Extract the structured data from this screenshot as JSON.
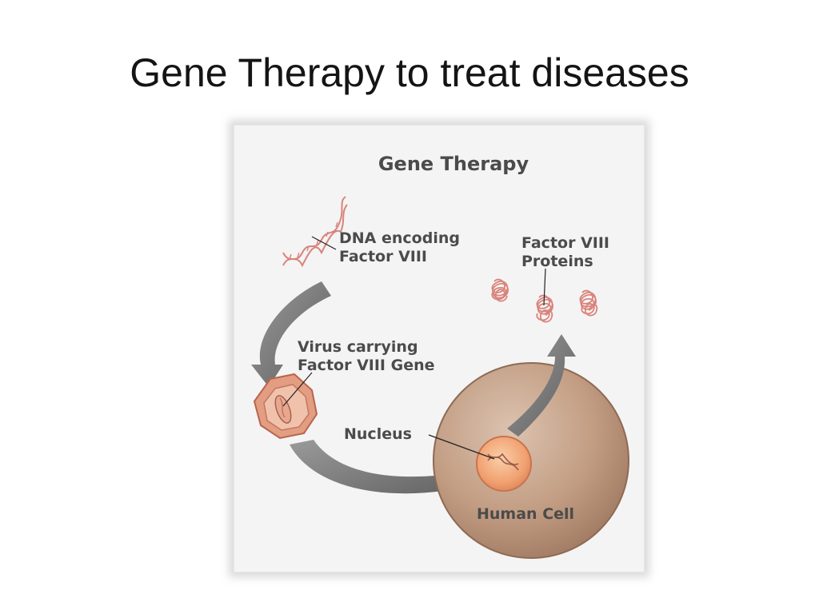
{
  "slide": {
    "title": "Gene Therapy to treat diseases"
  },
  "figure": {
    "heading": "Gene Therapy",
    "labels": {
      "dna_line1": "DNA encoding",
      "dna_line2": "Factor VIII",
      "virus_line1": "Virus carrying",
      "virus_line2": "Factor VIII Gene",
      "nucleus": "Nucleus",
      "proteins_line1": "Factor VIII",
      "proteins_line2": "Proteins",
      "human_cell": "Human Cell"
    },
    "colors": {
      "panel_bg": "#f4f4f4",
      "cell_fill": "#c29d83",
      "nucleus_fill": "#f1a070",
      "dna_strand": "#d9837b",
      "arrow_gray": "#777777",
      "label_text": "#4b4b4b"
    }
  }
}
